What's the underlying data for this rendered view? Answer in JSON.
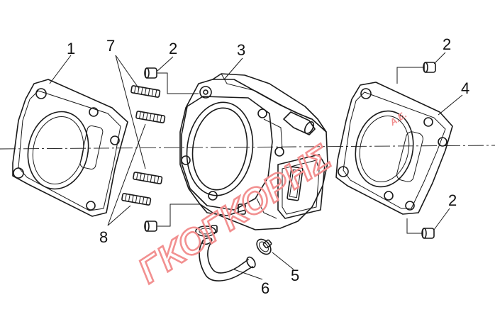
{
  "diagram": {
    "callouts": {
      "cylinder_gasket_front": "1",
      "dowel_pin_top_left": "2",
      "cylinder_block": "3",
      "dowel_pin_top_right": "2",
      "cylinder_gasket_rear": "4",
      "dowel_pin_bottom_right": "2",
      "hose_clamp": "5",
      "oil_hose": "6",
      "stud_bolt": "7",
      "stud_bolt_lower": "8"
    },
    "watermark": {
      "main": "ΓΚΟΓΚΟΡΗΣ",
      "suffix": "Α.Ε."
    }
  }
}
